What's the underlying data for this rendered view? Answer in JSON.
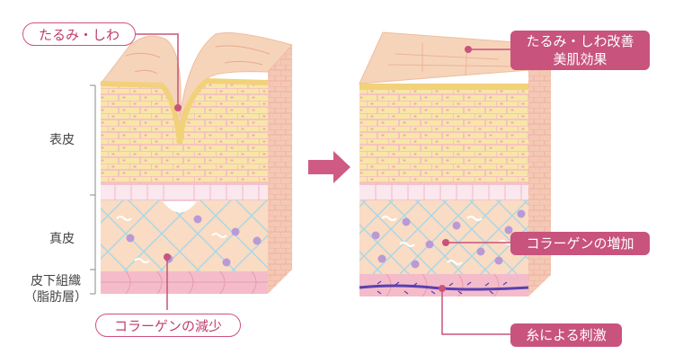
{
  "labels": {
    "wrinkle": "たるみ・しわ",
    "collagen_decrease": "コラーゲンの減少",
    "epidermis": "表皮",
    "dermis": "真皮",
    "subcutaneous_line1": "皮下組織",
    "subcutaneous_line2": "（脂肪層）",
    "improvement_line1": "たるみ・しわ改善",
    "improvement_line2": "美肌効果",
    "collagen_increase": "コラーゲンの増加",
    "thread_stimulus": "糸による刺激"
  },
  "colors": {
    "accent": "#c8537c",
    "skin_top": "#f6d3b9",
    "epidermis": "#f9e9a6",
    "dermis": "#f8dcc4",
    "collagen_fiber": "#9fd3e4",
    "fibroblast": "#b99ad6",
    "fat": "#f2b5c7",
    "thread": "#5a40b0",
    "arrow": "#cf5b84"
  },
  "icons": {
    "arrow": "right-arrow-icon"
  }
}
